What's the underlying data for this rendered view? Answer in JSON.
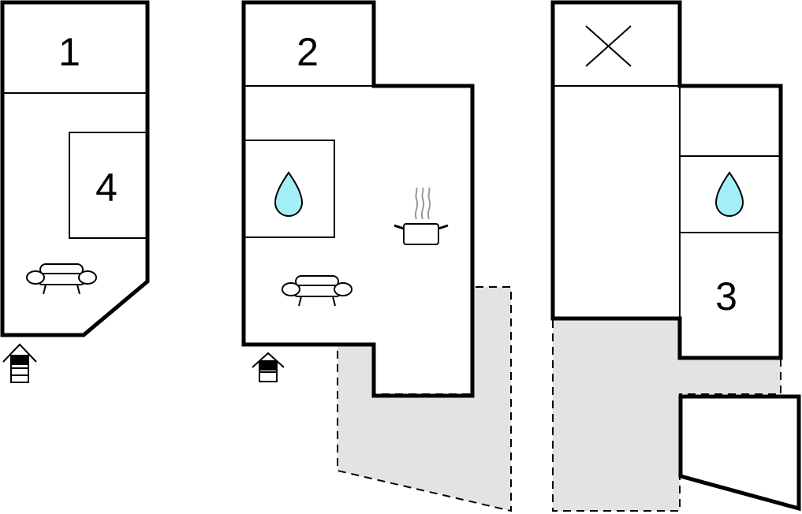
{
  "floor_plan": {
    "room_labels": [
      "1",
      "2",
      "3",
      "4"
    ],
    "icons": [
      "sofa-icon",
      "water-drop-icon",
      "cooking-pot-icon",
      "entrance-icon",
      "no-access-cross-icon"
    ],
    "colors": {
      "wall": "#000000",
      "terrace": "#e3e3e3",
      "water": "#a4eef5"
    }
  }
}
